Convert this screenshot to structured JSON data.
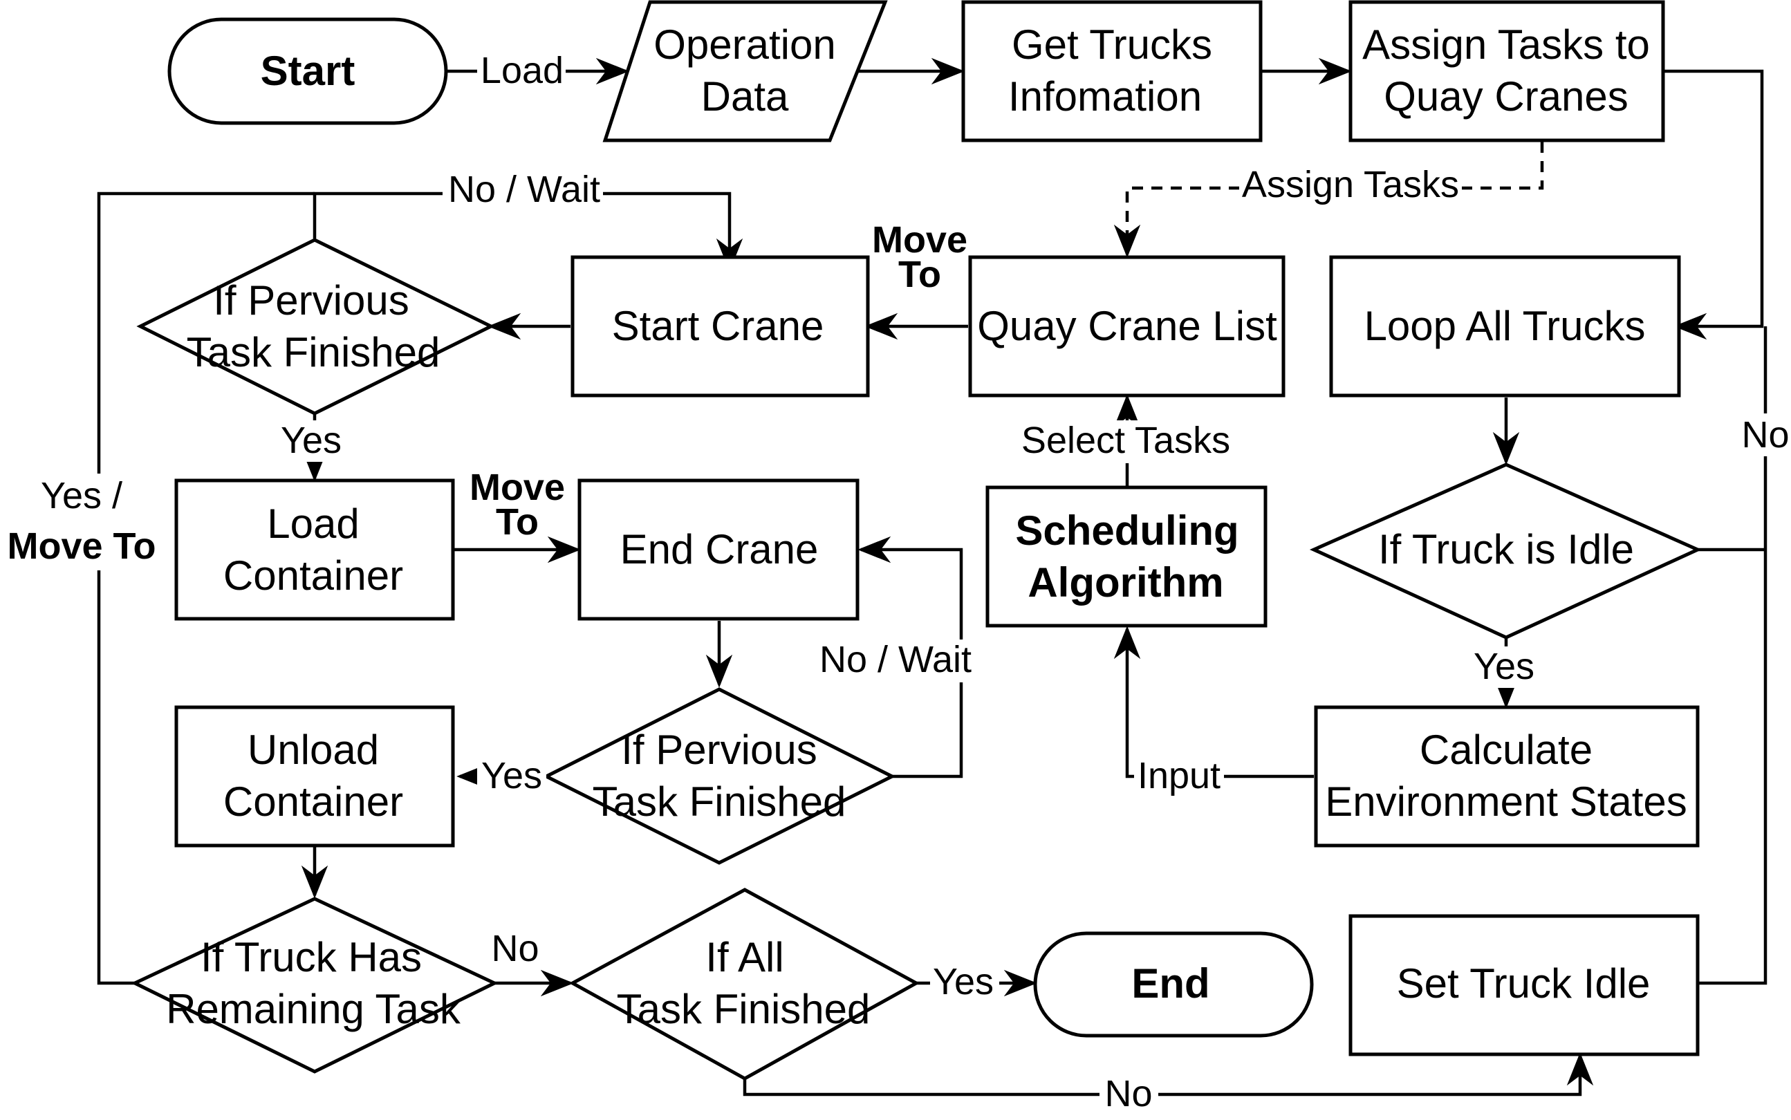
{
  "nodes": {
    "start": "Start",
    "operation_data": [
      "Operation",
      "Data"
    ],
    "get_trucks": [
      "Get Trucks",
      "Infomation"
    ],
    "assign_tasks": [
      "Assign Tasks to",
      "Quay Cranes"
    ],
    "quay_crane_list": "Quay Crane List",
    "start_crane": "Start Crane",
    "prev_task_1": [
      "If Pervious",
      "Task Finished"
    ],
    "loop_trucks": "Loop All Trucks",
    "truck_idle": "If Truck is Idle",
    "load_container": [
      "Load",
      "Container"
    ],
    "end_crane": "End Crane",
    "scheduling": [
      "Scheduling",
      "Algorithm"
    ],
    "calc_env": [
      "Calculate",
      "Environment States"
    ],
    "prev_task_2": [
      "If Pervious",
      "Task Finished"
    ],
    "unload_container": [
      "Unload",
      "Container"
    ],
    "remaining_task": [
      "If Truck Has",
      "Remaining Task"
    ],
    "all_finished": [
      "If All",
      "Task Finished"
    ],
    "end": "End",
    "set_idle": "Set Truck Idle"
  },
  "edges": {
    "load": "Load",
    "assign_tasks": "Assign Tasks",
    "move_to_1": [
      "Move",
      "To"
    ],
    "no_wait_1": "No / Wait",
    "yes_1": "Yes",
    "yes_move_to": [
      "Yes /",
      "Move To"
    ],
    "move_to_2": [
      "Move",
      "To"
    ],
    "select_tasks": "Select Tasks",
    "no_right": "No",
    "yes_idle": "Yes",
    "input": "Input",
    "no_wait_2": "No / Wait",
    "yes_unload": "Yes",
    "no_remaining": "No",
    "yes_end": "Yes",
    "no_bottom": "No"
  }
}
